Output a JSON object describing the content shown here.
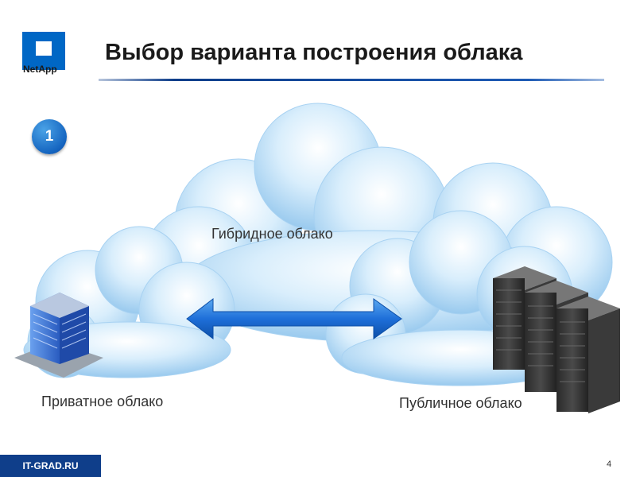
{
  "header": {
    "logo_text": "NetApp",
    "title": "Выбор варианта построения облака"
  },
  "step_badge": "1",
  "diagram": {
    "hybrid_label": "Гибридное облако",
    "private_label": "Приватное облако",
    "public_label": "Публичное облако",
    "connection": "bidirectional-arrow"
  },
  "footer": {
    "brand": "IT-GRAD.RU",
    "page_number": "4"
  },
  "colors": {
    "brand_blue": "#0f3e8a",
    "arrow_blue": "#1e6fd9",
    "cloud_blue": "#bfe0f7"
  }
}
